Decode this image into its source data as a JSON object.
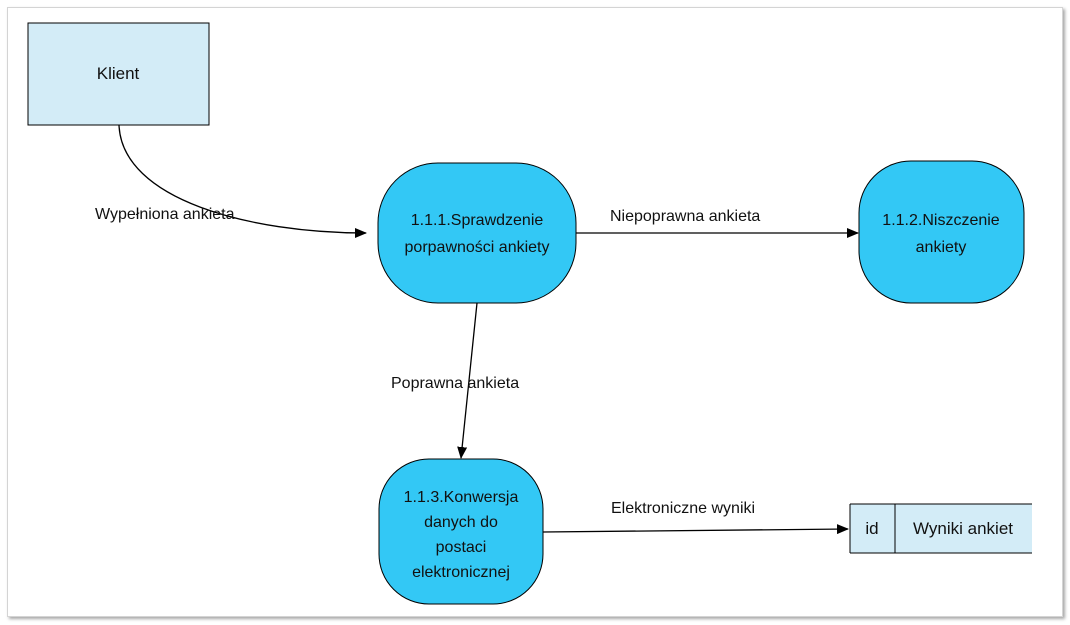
{
  "external_entity": {
    "label": "Klient"
  },
  "processes": [
    {
      "label_lines": [
        "1.1.1.Sprawdzenie",
        "porpawności ankiety"
      ]
    },
    {
      "label_lines": [
        "1.1.2.Niszczenie",
        "ankiety"
      ]
    },
    {
      "label_lines": [
        "1.1.3.Konwersja",
        "danych do",
        "postaci",
        "elektronicznej"
      ]
    }
  ],
  "data_store": {
    "id": "id",
    "name": "Wyniki ankiet"
  },
  "flows": {
    "filled": "Wypełniona ankieta",
    "invalid": "Niepoprawna ankieta",
    "valid": "Poprawna ankieta",
    "electronic": "Elektroniczne wyniki"
  },
  "colors": {
    "entity_fill": "#d3ecf7",
    "process_fill": "#33c8f5",
    "store_fill": "#d3ecf7",
    "line": "#000000"
  }
}
